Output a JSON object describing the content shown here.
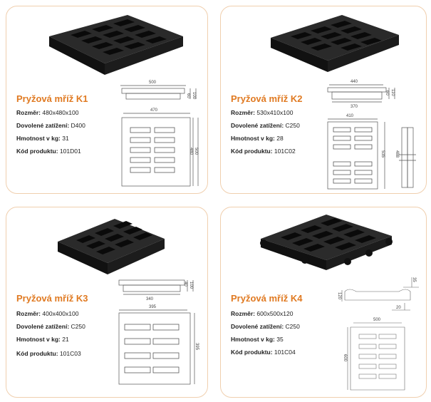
{
  "products": [
    {
      "id": "k1",
      "title": "Pryžová mříž K1",
      "specs": [
        {
          "label": "Rozměr:",
          "value": "480x480x100"
        },
        {
          "label": "Dovolené zatížení:",
          "value": "D400"
        },
        {
          "label": "Hmotnost v kg:",
          "value": "31"
        },
        {
          "label": "Kód produktu:",
          "value": "101D01"
        }
      ],
      "dims": {
        "side_width": "500",
        "side_h1": "60",
        "side_h2": "100",
        "top_width": "470",
        "top_h1": "480",
        "top_h2": "500"
      }
    },
    {
      "id": "k2",
      "title": "Pryžová mříž K2",
      "specs": [
        {
          "label": "Rozměr:",
          "value": "530x410x100"
        },
        {
          "label": "Dovolené zatížení:",
          "value": "C250"
        },
        {
          "label": "Hmotnost v kg:",
          "value": "28"
        },
        {
          "label": "Kód produktu:",
          "value": "101C02"
        }
      ],
      "dims": {
        "side_width": "440",
        "side_h1": "60",
        "side_h2": "110",
        "side_bottom": "370",
        "top_width": "410",
        "top_h1": "535",
        "top_h2": "488"
      }
    },
    {
      "id": "k3",
      "title": "Pryžová mříž K3",
      "specs": [
        {
          "label": "Rozměr:",
          "value": "400x400x100"
        },
        {
          "label": "Dovolené zatížení:",
          "value": "C250"
        },
        {
          "label": "Hmotnost v kg:",
          "value": "21"
        },
        {
          "label": "Kód produktu:",
          "value": "101C03"
        }
      ],
      "dims": {
        "side_h1": "40",
        "side_h2": "100",
        "side_bottom": "340",
        "top_width": "395",
        "top_h": "395"
      }
    },
    {
      "id": "k4",
      "title": "Pryžová mříž K4",
      "specs": [
        {
          "label": "Rozměr:",
          "value": "600x500x120"
        },
        {
          "label": "Dovolené zatížení:",
          "value": "C250"
        },
        {
          "label": "Hmotnost v kg:",
          "value": "35"
        },
        {
          "label": "Kód produktu:",
          "value": "101C04"
        }
      ],
      "dims": {
        "side_h": "120",
        "side_top": "35",
        "side_step": "20",
        "top_width": "500",
        "top_h": "600"
      }
    }
  ]
}
